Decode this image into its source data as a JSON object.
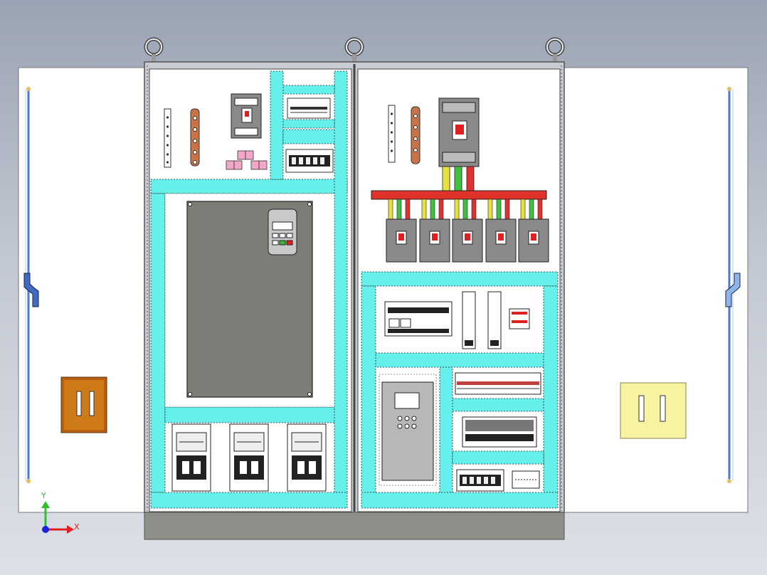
{
  "viewport": {
    "background_top": "#9aa3b3",
    "background_bottom": "#dde0e6"
  },
  "colors": {
    "panel": "#ffffff",
    "channel": "#66f0ec",
    "frame": "#c8ccd2",
    "inverter": "#7d7d78",
    "copper": "#c8744a",
    "busbar": "#e0322a",
    "breaker": "#808080",
    "handle_left": "#c06a10",
    "handle_right": "#f7f3a0",
    "door_rod": "#5a8ae0",
    "plinth": "#8f8f8a",
    "phase_yellow": "#e8e040",
    "phase_green": "#40c040",
    "phase_red": "#e03030"
  },
  "icons": {
    "lifting_eye": "lifting-eye-icon",
    "axis_triad": "axis-triad-icon",
    "door_handle": "door-handle-icon"
  },
  "components": {
    "contactor_count": 3,
    "branch_breaker_count": 5,
    "lifting_eye_count": 3
  },
  "axes": {
    "x_label": "X",
    "y_label": "Y"
  }
}
